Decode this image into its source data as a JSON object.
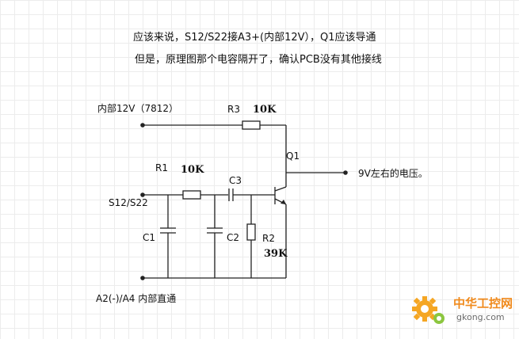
{
  "notes": {
    "line1": "应该来说，S12/S22接A3+(内部12V），Q1应该导通",
    "line2": "但是，原理图那个电容隔开了，确认PCB没有其他接线"
  },
  "labels": {
    "supply": "内部12V（7812）",
    "r3": "R3",
    "r3_value": "10K",
    "q1": "Q1",
    "output_note": "9V左右的电压。",
    "r1": "R1",
    "r1_value": "10K",
    "c3": "C3",
    "input": "S12/S22",
    "c1": "C1",
    "c2": "C2",
    "r2": "R2",
    "r2_value": "39K",
    "ground": "A2(-)/A4 内部直通"
  },
  "watermark": {
    "brand": "中华工控网",
    "url": "gkong.com",
    "colors": {
      "brand": "#f08a1c",
      "gear": "#f5a623",
      "gear_green": "#8cc63f"
    }
  },
  "colors": {
    "wire": "#222222",
    "grid": "#ececec"
  }
}
